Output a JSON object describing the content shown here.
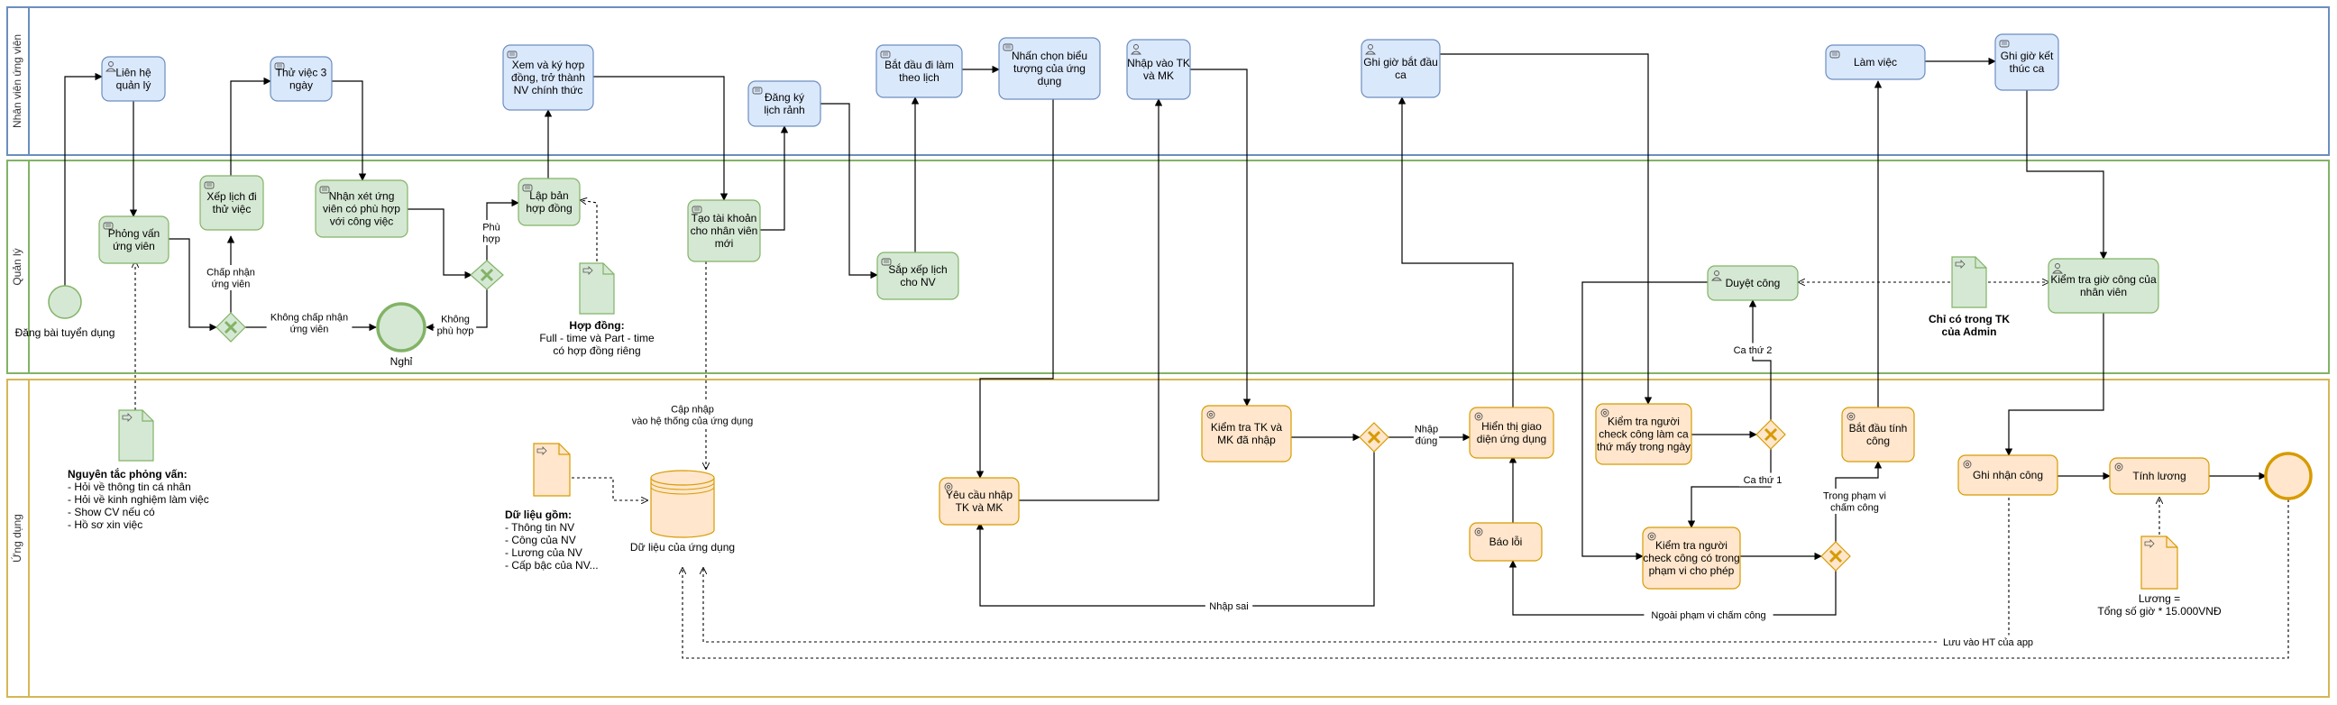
{
  "lanes": [
    {
      "id": "employee",
      "label": "Nhân viên ứng viên",
      "stroke": "#6c8ebf",
      "fill": "#dae8fc"
    },
    {
      "id": "manager",
      "label": "Quản lý",
      "stroke": "#82b366",
      "fill": "#d5e8d4"
    },
    {
      "id": "app",
      "label": "Ứng dụng",
      "stroke": "#d6b656",
      "fill": "#fff2cc"
    }
  ],
  "colors": {
    "blue_fill": "#dae8fc",
    "blue_stroke": "#6c8ebf",
    "green_fill": "#d5e8d4",
    "green_stroke": "#82b366",
    "orange_fill": "#ffe6cc",
    "orange_stroke": "#d79b00",
    "gateway_green_fill": "#d5e8d4",
    "gateway_orange_fill": "#ffe6cc",
    "x_green": "#82b366",
    "x_orange": "#d79b00"
  },
  "tasks": {
    "t_lienhe": {
      "text": "Liên hệ\nquản lý"
    },
    "t_thuviec": {
      "text": "Thử việc 3\nngày"
    },
    "t_xemky": {
      "text": "Xem và ký hợp\nđồng, trở thành\nNV chính thức"
    },
    "t_dangky": {
      "text": "Đăng ký\nlịch rảnh"
    },
    "t_batdau": {
      "text": "Bắt đầu đi làm\ntheo lịch"
    },
    "t_nhanchon": {
      "text": "Nhấn chọn biểu\ntượng của ứng\ndụng"
    },
    "t_nhaptk": {
      "text": "Nhập vào TK\nvà MK"
    },
    "t_ghigiobd": {
      "text": "Ghi giờ bắt đầu\nca"
    },
    "t_lamviec": {
      "text": "Làm việc"
    },
    "t_ghigiokt": {
      "text": "Ghi giờ kết\nthúc ca"
    },
    "t_phongvan": {
      "text": "Phỏng vấn\nứng viên"
    },
    "t_xeplich": {
      "text": "Xếp lịch đi\nthử việc"
    },
    "t_nhanxet": {
      "text": "Nhận xét ứng\nviên có phù hợp\nvới công việc"
    },
    "t_lapban": {
      "text": "Lập bản\nhợp đồng"
    },
    "t_taotk": {
      "text": "Tạo tài khoản\ncho nhân viên\nmới"
    },
    "t_sapxep": {
      "text": "Sắp xếp lịch\ncho NV"
    },
    "t_duyetcong": {
      "text": "Duyệt công"
    },
    "t_kiemtragio": {
      "text": "Kiểm tra giờ công của\nnhân viên"
    },
    "t_kiemtratk": {
      "text": "Kiểm tra TK và\nMK đã nhập"
    },
    "t_hienthi": {
      "text": "Hiển thị giao\ndiện ứng dụng"
    },
    "t_baoloi": {
      "text": "Báo lỗi"
    },
    "t_yeucau": {
      "text": "Yêu cầu nhập\nTK và MK"
    },
    "t_ktcheck1": {
      "text": "Kiểm tra người\ncheck công làm ca\nthứ mấy trong ngày"
    },
    "t_ktcheck2": {
      "text": "Kiểm tra người\ncheck công có trong\nphạm vi cho phép"
    },
    "t_batdautinh": {
      "text": "Bắt đầu tính\ncông"
    },
    "t_ghinhan": {
      "text": "Ghi nhận công"
    },
    "t_tinhluong": {
      "text": "Tính lương"
    }
  },
  "events": {
    "start_label": "Đăng bài tuyển dụng",
    "end_label": "Nghỉ"
  },
  "database_label": "Dữ liệu của ứng dụng",
  "documents": {
    "d_phongvan": {
      "title": "Nguyên tắc phỏng vấn:",
      "lines": [
        "- Hỏi về thông tin cá nhân",
        "- Hỏi về kinh nghiệm làm việc",
        "- Show CV nếu có",
        "- Hồ sơ xin việc"
      ]
    },
    "d_hopdong": {
      "title": "Hợp đồng:",
      "lines": [
        "Full - time và Part - time",
        "có hợp đồng riêng"
      ]
    },
    "d_dulieu": {
      "title": "Dữ liệu gồm:",
      "lines": [
        "- Thông tin NV",
        "- Công của NV",
        "- Lương của NV",
        "- Cấp bậc của NV..."
      ]
    },
    "d_admin": {
      "title": "Chỉ có trong TK\ncủa Admin",
      "lines": []
    },
    "d_luong": {
      "title": "",
      "lines": [
        "Lương =",
        "Tổng số giờ * 15.000VNĐ"
      ]
    }
  },
  "edge_labels": {
    "chapnhan": "Chấp nhận\nứng viên",
    "khongchapnhan": "Không chấp nhận\nứng viên",
    "phuhop": "Phù\nhợp",
    "khongphuhop": "Không\nphù hợp",
    "capnhap": "Cập nhập\nvào hệ thống của ứng dụng",
    "nhapdung": "Nhập\nđúng",
    "nhapsai": "Nhập sai",
    "cathu2": "Ca thứ 2",
    "cathu1": "Ca thứ 1",
    "trongpham": "Trong phạm vi\nchấm công",
    "ngoaipham": "Ngoài phạm vi chấm công",
    "luuvao": "Lưu vào HT của app"
  }
}
